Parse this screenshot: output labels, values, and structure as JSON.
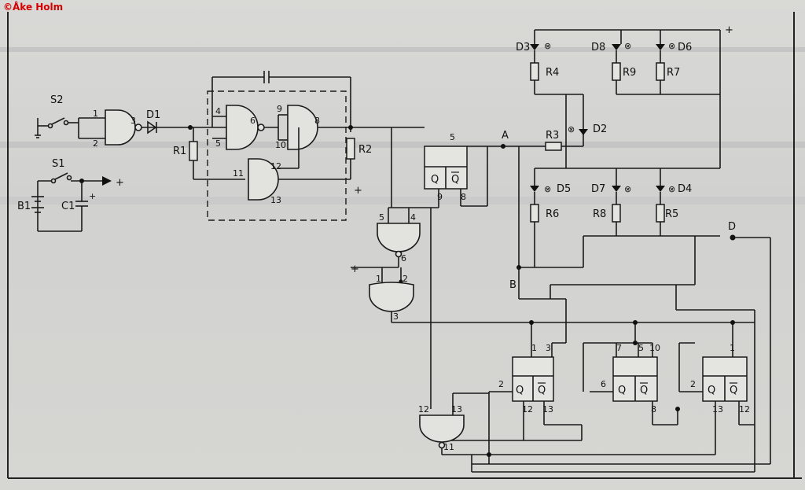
{
  "copyright": "©Åke Holm",
  "labels": {
    "S2": "S2",
    "S1": "S1",
    "B1": "B1",
    "C1": "C1",
    "plus": "+",
    "D1": "D1",
    "R1": "R1",
    "R2": "R2",
    "R3": "R3",
    "R4": "R4",
    "R5": "R5",
    "R6": "R6",
    "R7": "R7",
    "R8": "R8",
    "R9": "R9",
    "D2": "D2",
    "D3": "D3",
    "D4": "D4",
    "D5": "D5",
    "D6": "D6",
    "D7": "D7",
    "D8": "D8",
    "A": "A",
    "B": "B",
    "D": "D",
    "Q": "Q",
    "Qbar": "Q"
  },
  "pins": [
    "1",
    "2",
    "3",
    "4",
    "5",
    "6",
    "9",
    "10",
    "8",
    "11",
    "12",
    "13",
    "5",
    "9",
    "8",
    "5",
    "4",
    "6",
    "1",
    "2",
    "3",
    "1",
    "3",
    "2",
    "12",
    "13",
    "7",
    "5",
    "10",
    "6",
    "8",
    "1",
    "2",
    "13",
    "12",
    "12",
    "13",
    "11"
  ]
}
